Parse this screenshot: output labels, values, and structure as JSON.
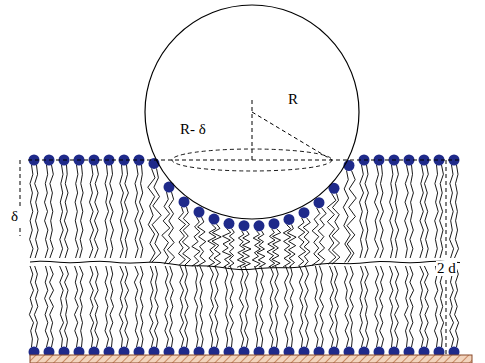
{
  "diagram": {
    "nodes": [
      {
        "text": [
          "R- δ",
          "R"
        ]
      }
    ],
    "labels": [
      "δ",
      "2 d"
    ]
  }
}
